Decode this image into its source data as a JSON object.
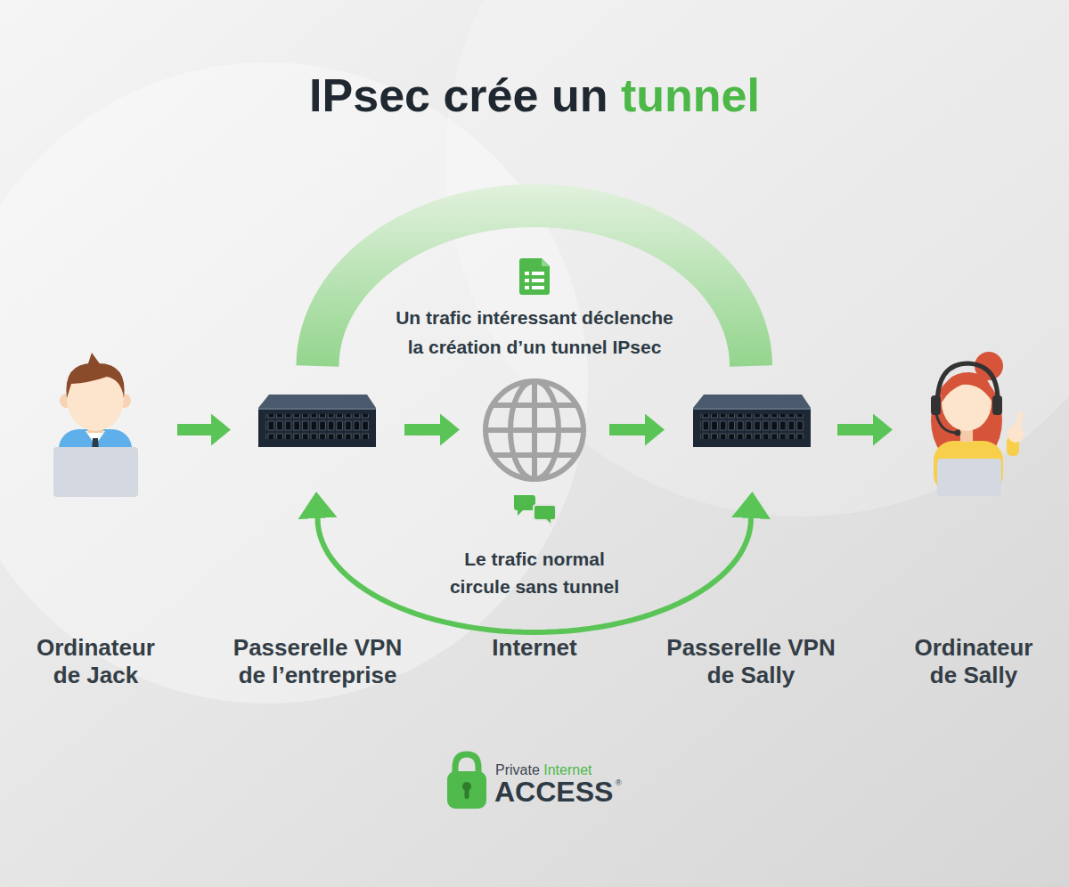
{
  "diagram": {
    "title": "IPsec crée un tunnel",
    "nodes": [
      {
        "text": [
          "Ordinateur de Jack"
        ]
      },
      {
        "text": [
          "Passerelle VPN de l’entreprise"
        ]
      },
      {
        "text": [
          "Internet"
        ]
      },
      {
        "text": [
          "Passerelle VPN de Sally"
        ]
      },
      {
        "text": [
          "Ordinateur de Sally"
        ]
      }
    ],
    "edges": [
      {
        "from": 0,
        "to": 1,
        "arrow": "to"
      },
      {
        "from": 1,
        "to": 2,
        "arrow": "to"
      },
      {
        "from": 2,
        "to": 3,
        "arrow": "to"
      },
      {
        "from": 3,
        "to": 4,
        "arrow": "to"
      },
      {
        "from": 1,
        "to": 3,
        "arrow": "none",
        "label": "Un trafic intéressant déclenche la création d’un tunnel IPsec"
      },
      {
        "from": 1,
        "to": 3,
        "arrow": "both",
        "label": "Le trafic normal circule sans tunnel"
      }
    ],
    "labels": [
      "Private Internet",
      "ACCESS",
      "®"
    ]
  }
}
